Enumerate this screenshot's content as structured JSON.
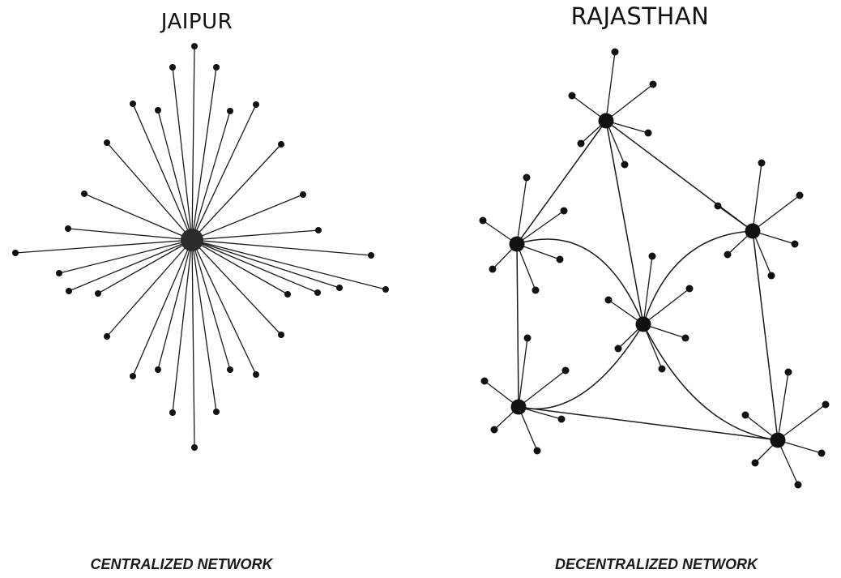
{
  "centralized": {
    "title": "JAIPUR",
    "caption": "CENTRALIZED NETWORK",
    "hub_label": "hub",
    "spoke_count": 32
  },
  "decentralized": {
    "title": "RAJASTHAN",
    "caption": "DECENTRALIZED NETWORK",
    "hub_count": 6,
    "hubs": [
      "top",
      "upper-left",
      "center",
      "upper-right",
      "lower-left",
      "lower-right"
    ],
    "links": [
      [
        "top",
        "upper-left"
      ],
      [
        "top",
        "center"
      ],
      [
        "top",
        "upper-right"
      ],
      [
        "upper-left",
        "center"
      ],
      [
        "upper-left",
        "lower-left"
      ],
      [
        "upper-right",
        "center"
      ],
      [
        "upper-right",
        "lower-right"
      ],
      [
        "lower-left",
        "center"
      ],
      [
        "lower-left",
        "lower-right"
      ],
      [
        "center",
        "lower-right"
      ]
    ]
  },
  "colors": {
    "edge": "#1a1a1a",
    "node": "#111111",
    "central_hub": "#2b2b2b",
    "background": "#ffffff"
  }
}
